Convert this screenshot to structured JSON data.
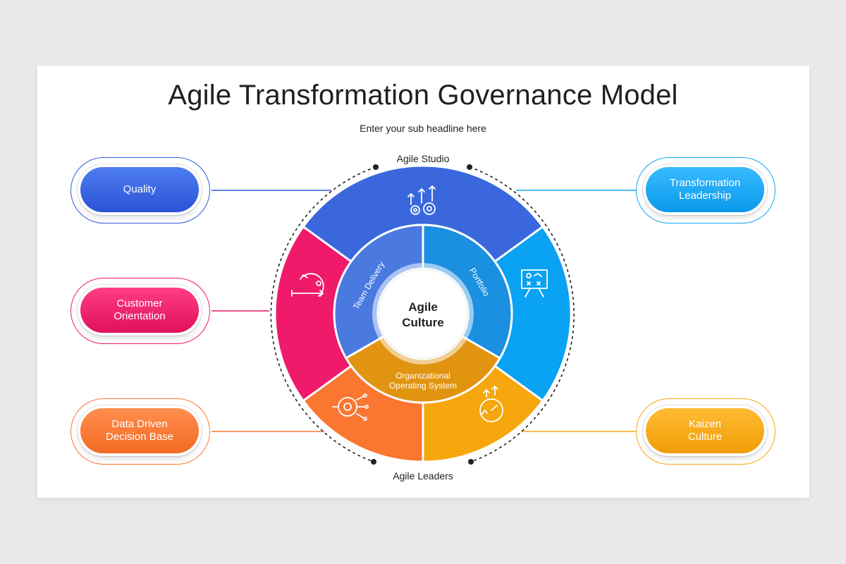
{
  "title": "Agile Transformation Governance Model",
  "subtitle": "Enter your sub headline here",
  "ring_labels": {
    "top": "Agile Studio",
    "bottom": "Agile Leaders"
  },
  "center": "Agile\nCulture",
  "inner_segments": [
    {
      "label": "Team Delivery",
      "color": "#4a79e0"
    },
    {
      "label": "Portfolio",
      "color": "#1b8fe0"
    },
    {
      "label": "Organizational\nOperating System",
      "color": "#e09410"
    }
  ],
  "outer_segments": [
    {
      "icon": "growth-gears-icon",
      "color": "#3a68dc"
    },
    {
      "icon": "strategy-board-icon",
      "color": "#0aa2f2"
    },
    {
      "icon": "speedometer-growth-icon",
      "color": "#f6a70e"
    },
    {
      "icon": "settings-network-icon",
      "color": "#fb7630"
    },
    {
      "icon": "cycle-process-icon",
      "color": "#ef1a6a"
    }
  ],
  "pills": [
    {
      "label": "Quality",
      "color": "#2e5be0",
      "side": "left"
    },
    {
      "label": "Customer\nOrientation",
      "color": "#ef1a6a",
      "side": "left"
    },
    {
      "label": "Data Driven\nDecision Base",
      "color": "#fb7630",
      "side": "left"
    },
    {
      "label": "Transformation\nLeadership",
      "color": "#14a7f5",
      "side": "right"
    },
    {
      "label": "Kaizen\nCulture",
      "color": "#f6a70e",
      "side": "right"
    }
  ]
}
